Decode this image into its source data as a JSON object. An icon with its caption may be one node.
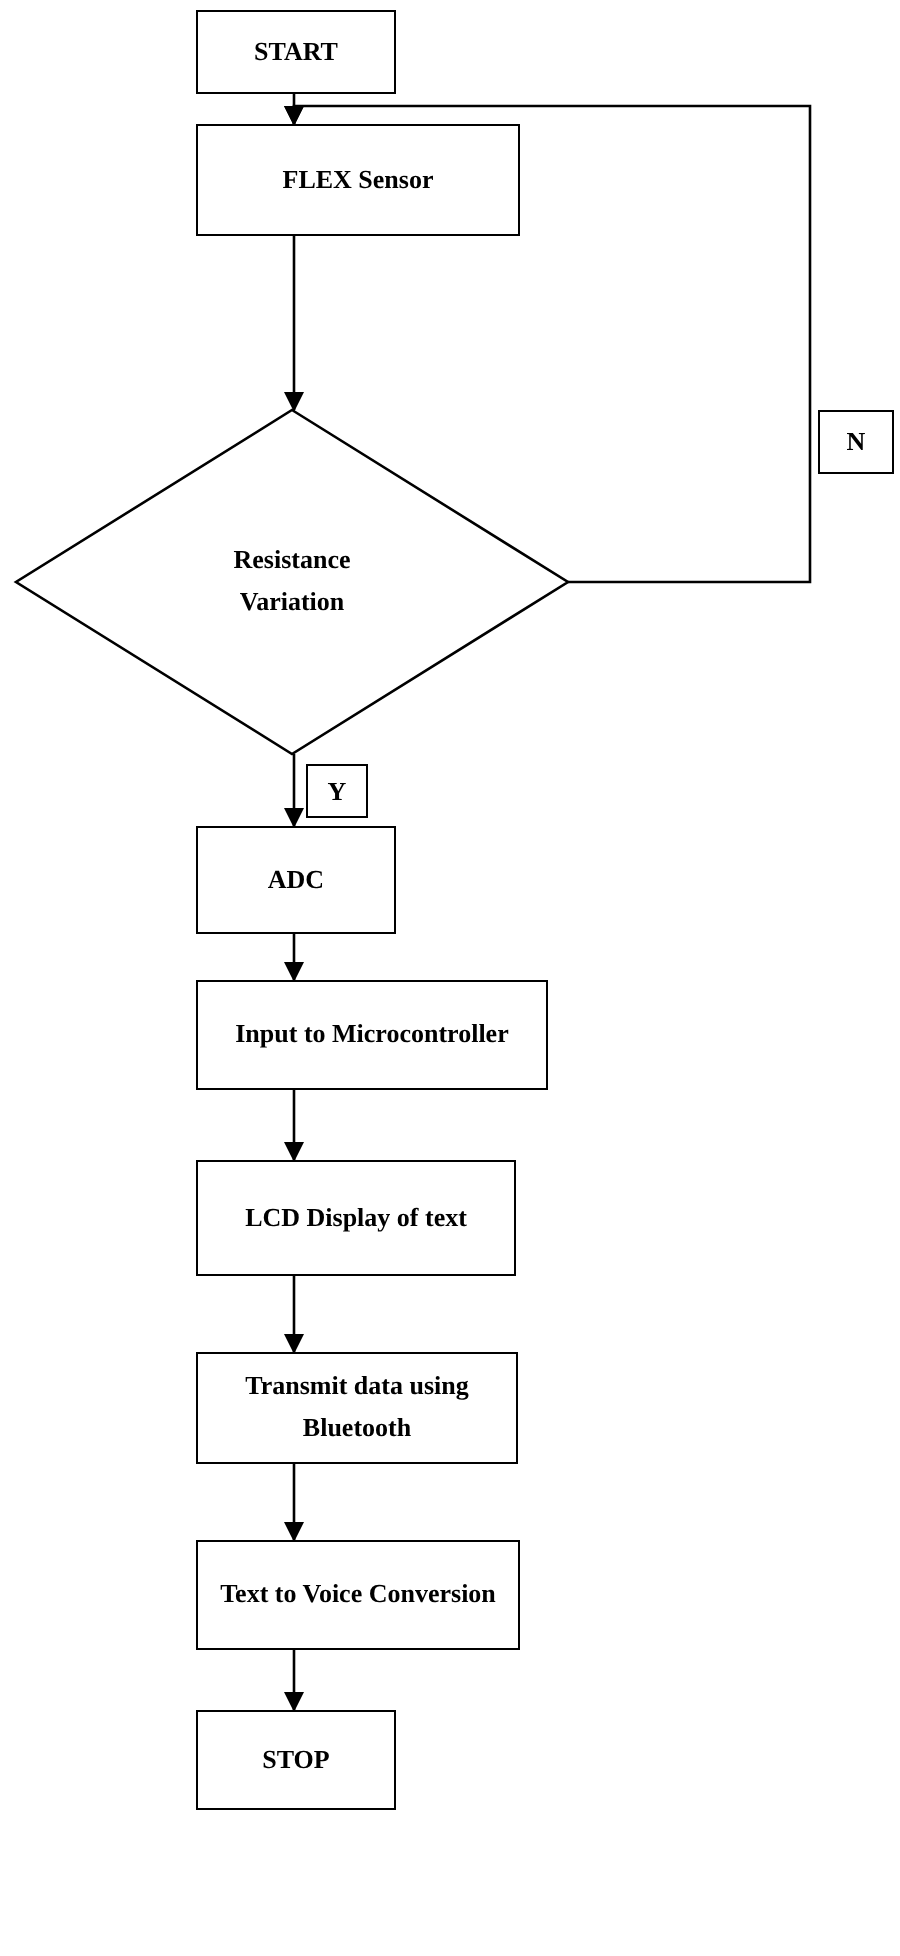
{
  "diagram": {
    "nodes": [
      {
        "text": [
          "START"
        ]
      },
      {
        "text": [
          "FLEX Sensor"
        ]
      },
      {
        "text": [
          "Resistance Variation"
        ]
      },
      {
        "text": [
          "ADC"
        ]
      },
      {
        "text": [
          "Input to Microcontroller"
        ]
      },
      {
        "text": [
          "LCD Display of text"
        ]
      },
      {
        "text": [
          "Transmit data using Bluetooth"
        ]
      },
      {
        "text": [
          "Text to Voice Conversion"
        ]
      },
      {
        "text": [
          "STOP"
        ]
      }
    ],
    "edges": [
      {
        "from": 0,
        "to": 1,
        "arrow": "to"
      },
      {
        "from": 1,
        "to": 2,
        "arrow": "to"
      },
      {
        "from": 2,
        "to": 1,
        "arrow": "to",
        "label": "N"
      },
      {
        "from": 2,
        "to": 3,
        "arrow": "to",
        "label": "Y"
      },
      {
        "from": 3,
        "to": 4,
        "arrow": "to"
      },
      {
        "from": 4,
        "to": 5,
        "arrow": "to"
      },
      {
        "from": 5,
        "to": 6,
        "arrow": "to"
      },
      {
        "from": 6,
        "to": 7,
        "arrow": "to"
      },
      {
        "from": 7,
        "to": 8,
        "arrow": "to"
      }
    ]
  }
}
